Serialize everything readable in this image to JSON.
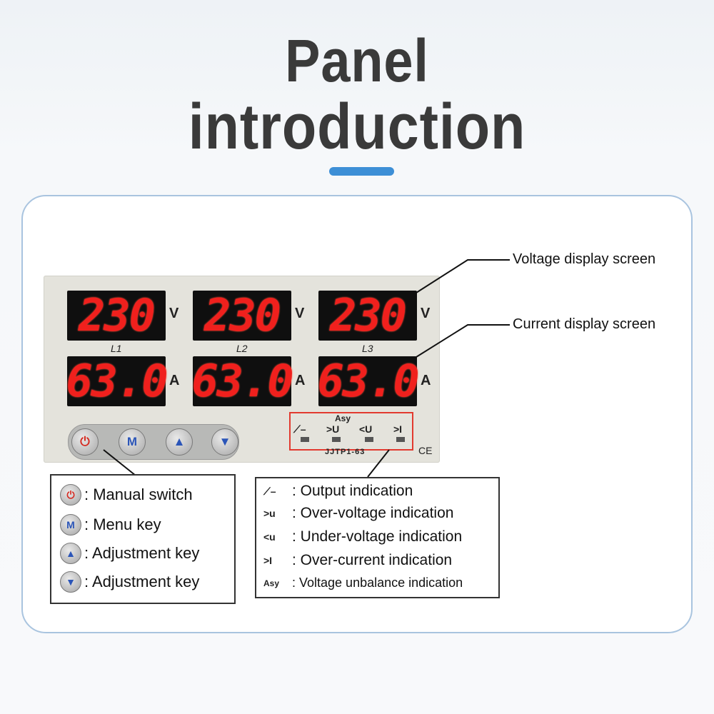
{
  "page": {
    "title_line1": "Panel",
    "title_line2": "introduction",
    "accent_color": "#3d8fd6"
  },
  "device": {
    "voltage_readings": [
      "230",
      "230",
      "230"
    ],
    "current_readings": [
      "63.0",
      "63.0",
      "63.0"
    ],
    "voltage_unit": "V",
    "current_unit": "A",
    "phases": [
      "L1",
      "L2",
      "L3"
    ],
    "display_color": "#f0201d",
    "buttons": [
      {
        "icon": "power-icon",
        "glyph": "⏻"
      },
      {
        "icon": "menu-m-icon",
        "glyph": "M"
      },
      {
        "icon": "arrow-up-icon",
        "glyph": "▲"
      },
      {
        "icon": "arrow-down-icon",
        "glyph": "▼"
      }
    ],
    "indicator_group_label": "Asy",
    "indicators": [
      "⟋–",
      ">U",
      "<U",
      ">I"
    ],
    "model": "JJTP1-63",
    "ce_mark": "CE"
  },
  "callouts": {
    "voltage": "Voltage display screen",
    "current": "Current display screen"
  },
  "legend_buttons": [
    {
      "icon": "power-icon",
      "glyph": "⏻",
      "text": ": Manual switch"
    },
    {
      "icon": "menu-m-icon",
      "glyph": "M",
      "text": ": Menu key"
    },
    {
      "icon": "arrow-up-icon",
      "glyph": "▲",
      "text": ": Adjustment key"
    },
    {
      "icon": "arrow-down-icon",
      "glyph": "▼",
      "text": ": Adjustment key"
    }
  ],
  "legend_indicators": [
    {
      "symbol": "⟋–",
      "text": ": Output indication"
    },
    {
      "symbol": ">u",
      "text": ": Over-voltage indication"
    },
    {
      "symbol": "<u",
      "text": ": Under-voltage indication"
    },
    {
      "symbol": ">I",
      "text": ": Over-current indication"
    },
    {
      "symbol": "Asy",
      "text": ":  Voltage unbalance indication"
    }
  ]
}
